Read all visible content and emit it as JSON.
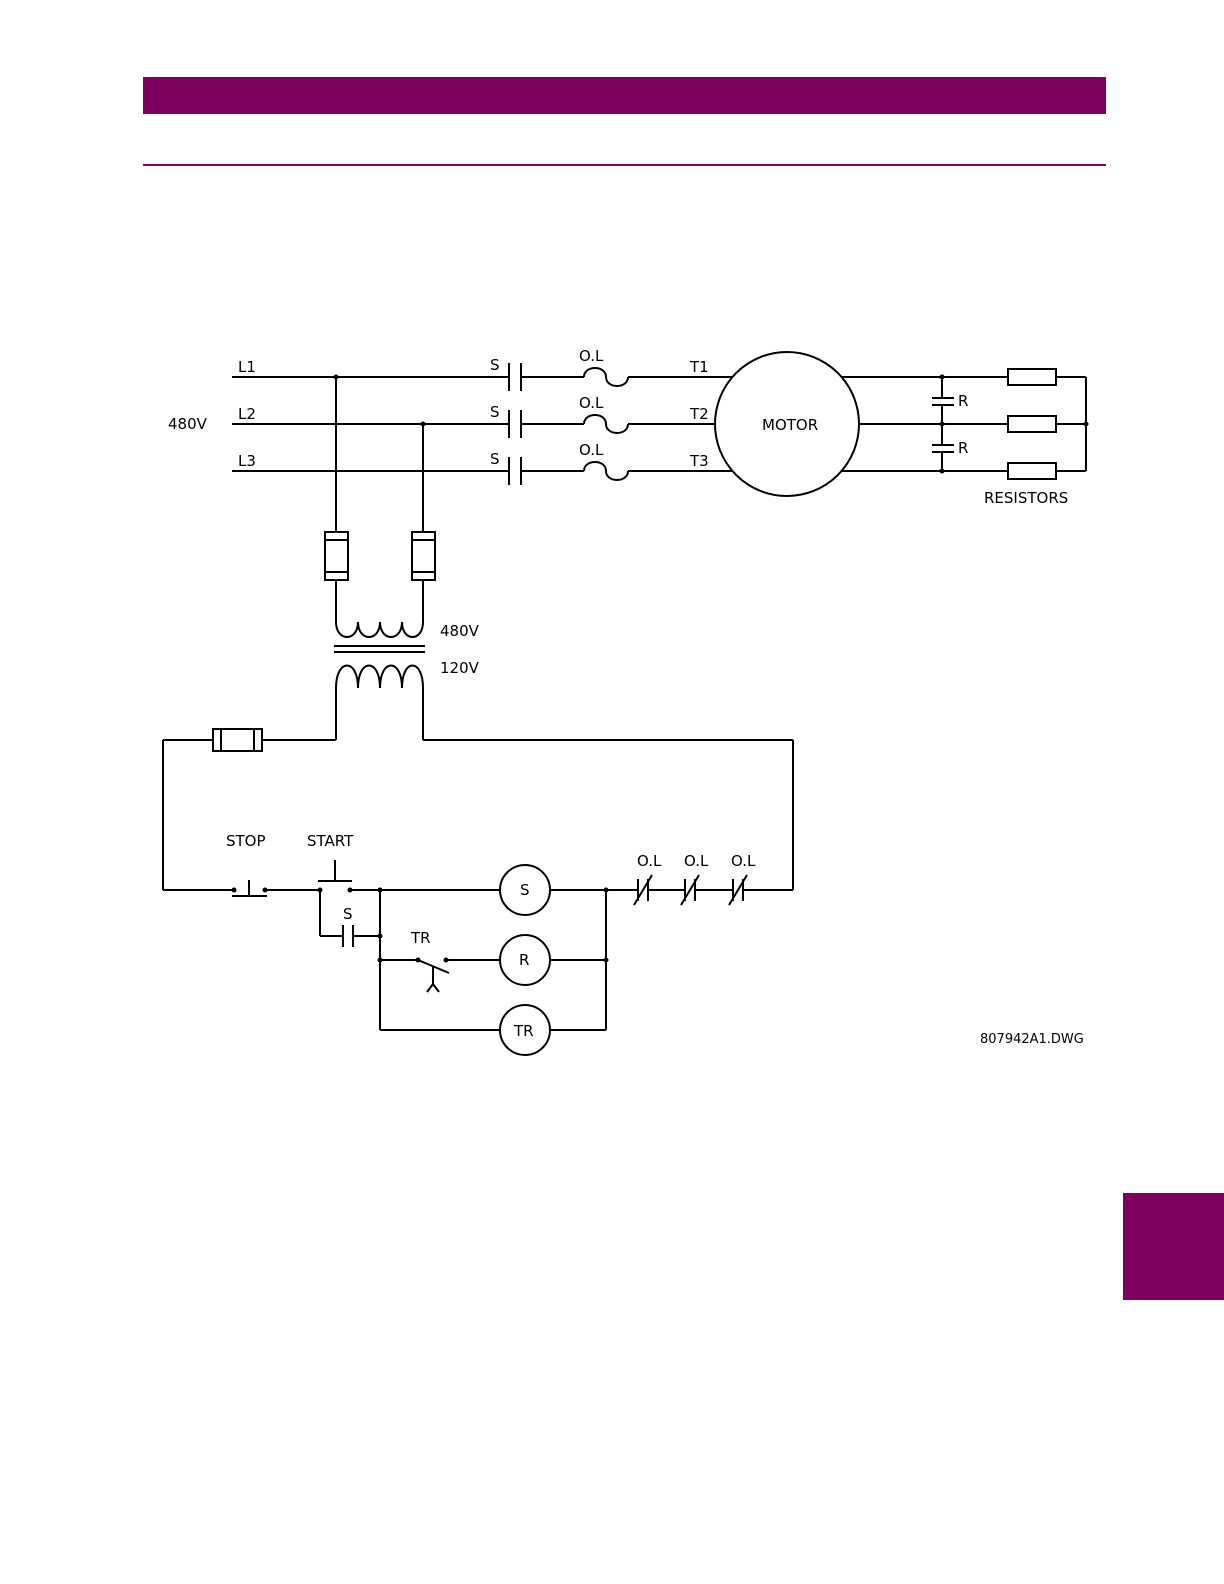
{
  "colors": {
    "accent": "#800060",
    "ink": "#000000",
    "paper": "#ffffff"
  },
  "labels": {
    "l1": "L1",
    "l2": "L2",
    "l3": "L3",
    "supply_voltage": "480V",
    "s_contact": "S",
    "overload": "O.L",
    "t1": "T1",
    "t2": "T2",
    "t3": "T3",
    "motor": "MOTOR",
    "r_contact": "R",
    "resistors": "RESISTORS",
    "primary_voltage": "480V",
    "secondary_voltage": "120V",
    "stop": "STOP",
    "start": "START",
    "tr_contact": "TR",
    "coil_s": "S",
    "coil_r": "R",
    "coil_tr": "TR",
    "drawing_id": "807942A1.DWG"
  }
}
